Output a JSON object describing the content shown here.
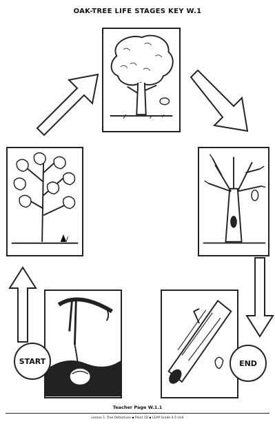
{
  "header": {
    "title": "OAK-TREE LIFE STAGES KEY W.1"
  },
  "labels": {
    "start": "START",
    "end": "END"
  },
  "footer": {
    "page": "Teacher Page W.1.1",
    "line": "Lesson 1: Tree Detectives ▪ Plant 1D ▪ LEAP Grade 4-5 Unit"
  }
}
